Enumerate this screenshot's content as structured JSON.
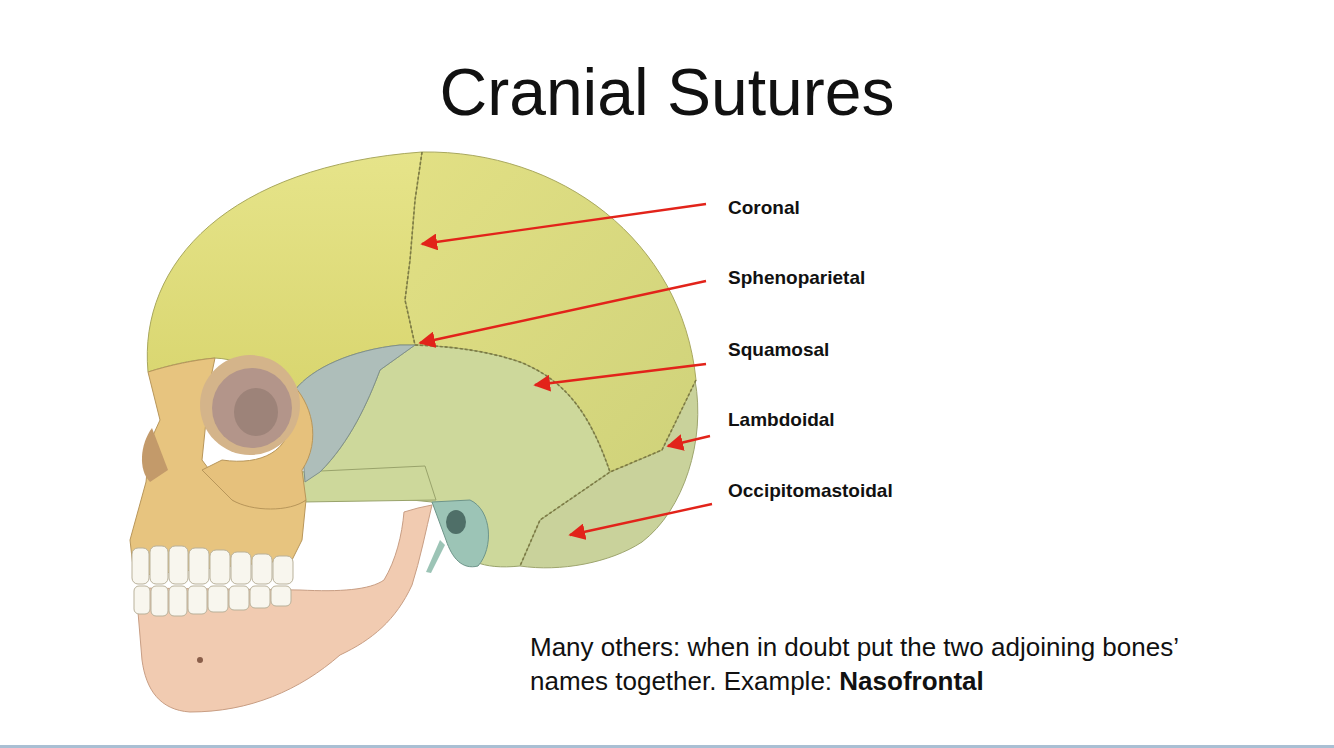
{
  "diagram": {
    "title": "Cranial Sutures",
    "labels": [
      "Coronal",
      "Sphenoparietal",
      "Squamosal",
      "Lambdoidal",
      "Occipitomastoidal",
      "Many others: when in doubt put the two adjoining bones’ names together. Example:",
      "Nasofrontal"
    ]
  }
}
